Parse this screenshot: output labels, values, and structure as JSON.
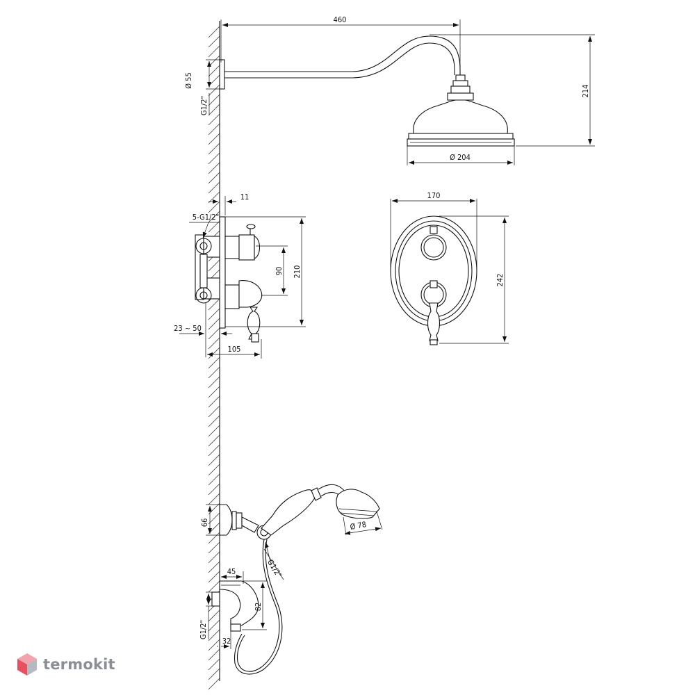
{
  "dimensions": {
    "shower_arm_length": "460",
    "wall_flange_diameter": "Ø 55",
    "arm_thread": "G1/2\"",
    "head_height": "214",
    "head_diameter": "Ø 204",
    "plate_thickness": "11",
    "mixer_inlets": "5-G1/2\"",
    "handle_spacing": "90",
    "mixer_height": "210",
    "install_depth": "23 ~ 50",
    "mixer_projection": "105",
    "plate_width": "170",
    "plate_height": "242",
    "holder_height": "66",
    "hand_shower_diameter": "Ø 78",
    "holder_thread": "G1/2\"",
    "elbow_width": "45",
    "elbow_height": "82",
    "elbow_thread": "G1/2\"",
    "elbow_offset": "32"
  },
  "logo": {
    "text": "termokit",
    "colors": {
      "top": "#f2a3ae",
      "left": "#e8505f",
      "right": "#b5bac1"
    }
  }
}
